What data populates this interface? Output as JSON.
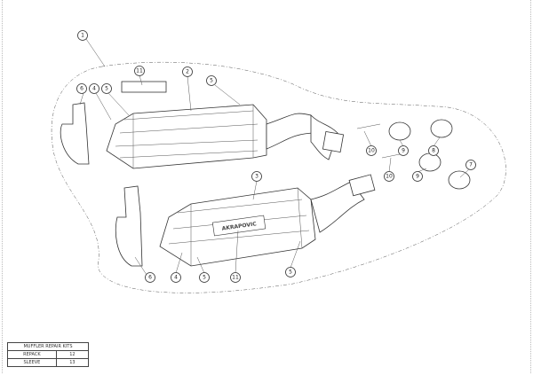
{
  "callouts": [
    {
      "label": "1",
      "target": "muffler-kit-assembly"
    },
    {
      "label": "11",
      "target": "badge-upper"
    },
    {
      "label": "2",
      "target": "upper-muffler"
    },
    {
      "label": "5",
      "target": "upper-rear-band"
    },
    {
      "label": "6",
      "target": "upper-bracket"
    },
    {
      "label": "4",
      "target": "upper-end-cap"
    },
    {
      "label": "5",
      "target": "upper-front-band"
    },
    {
      "label": "3",
      "target": "lower-muffler"
    },
    {
      "label": "10",
      "target": "spring-upper"
    },
    {
      "label": "9",
      "target": "gasket-upper"
    },
    {
      "label": "8",
      "target": "clamp-upper"
    },
    {
      "label": "7",
      "target": "clamp-lower"
    },
    {
      "label": "10",
      "target": "spring-lower"
    },
    {
      "label": "9",
      "target": "gasket-lower"
    },
    {
      "label": "6",
      "target": "lower-bracket"
    },
    {
      "label": "4",
      "target": "lower-end-cap"
    },
    {
      "label": "5",
      "target": "lower-front-band"
    },
    {
      "label": "11",
      "target": "badge-lower"
    },
    {
      "label": "5",
      "target": "lower-rear-band"
    }
  ],
  "kits_table": {
    "title": "MUFFLER REPAIR KITS",
    "rows": [
      {
        "name": "REPACK",
        "value": "12"
      },
      {
        "name": "SLEEVE",
        "value": "13"
      }
    ]
  },
  "brand_logo_text": "AKRAPOVIC"
}
